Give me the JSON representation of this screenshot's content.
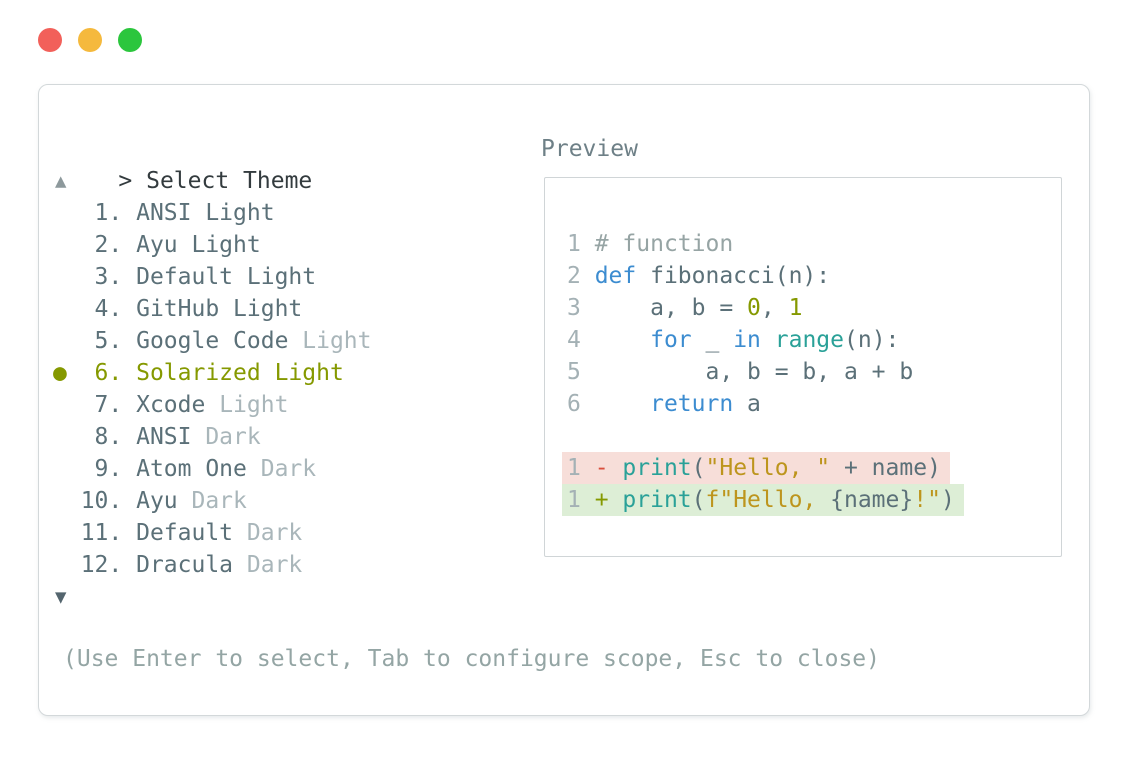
{
  "window": {
    "traffic_lights": [
      {
        "name": "close",
        "color": "#f2605a"
      },
      {
        "name": "minimize",
        "color": "#f5b93d"
      },
      {
        "name": "zoom",
        "color": "#2bc63d"
      }
    ]
  },
  "header": {
    "prompt": ">",
    "title": "Select Theme",
    "preview_label": "Preview"
  },
  "list": {
    "scroll_up": "▲",
    "scroll_down": "▼",
    "selected_marker": "●",
    "items": [
      {
        "number": "1",
        "name": "ANSI",
        "variant": "Light",
        "variant_dim": false,
        "selected": false
      },
      {
        "number": "2",
        "name": "Ayu",
        "variant": "Light",
        "variant_dim": false,
        "selected": false
      },
      {
        "number": "3",
        "name": "Default",
        "variant": "Light",
        "variant_dim": false,
        "selected": false
      },
      {
        "number": "4",
        "name": "GitHub",
        "variant": "Light",
        "variant_dim": false,
        "selected": false
      },
      {
        "number": "5",
        "name": "Google Code",
        "variant": "Light",
        "variant_dim": true,
        "selected": false
      },
      {
        "number": "6",
        "name": "Solarized",
        "variant": "Light",
        "variant_dim": false,
        "selected": true
      },
      {
        "number": "7",
        "name": "Xcode",
        "variant": "Light",
        "variant_dim": true,
        "selected": false
      },
      {
        "number": "8",
        "name": "ANSI",
        "variant": "Dark",
        "variant_dim": true,
        "selected": false
      },
      {
        "number": "9",
        "name": "Atom One",
        "variant": "Dark",
        "variant_dim": true,
        "selected": false
      },
      {
        "number": "10",
        "name": "Ayu",
        "variant": "Dark",
        "variant_dim": true,
        "selected": false
      },
      {
        "number": "11",
        "name": "Default",
        "variant": "Dark",
        "variant_dim": true,
        "selected": false
      },
      {
        "number": "12",
        "name": "Dracula",
        "variant": "Dark",
        "variant_dim": true,
        "selected": false
      }
    ]
  },
  "preview": {
    "code_lines": [
      {
        "num": "1",
        "tokens": [
          [
            "# function",
            "comment"
          ]
        ]
      },
      {
        "num": "2",
        "tokens": [
          [
            "def",
            "kw"
          ],
          [
            " fibonacci(n):",
            "plain"
          ]
        ]
      },
      {
        "num": "3",
        "tokens": [
          [
            "    a, b = ",
            "plain"
          ],
          [
            "0",
            "num"
          ],
          [
            ", ",
            "plain"
          ],
          [
            "1",
            "num"
          ]
        ]
      },
      {
        "num": "4",
        "tokens": [
          [
            "    ",
            "plain"
          ],
          [
            "for",
            "kw"
          ],
          [
            " _ ",
            "plain"
          ],
          [
            "in",
            "kw"
          ],
          [
            " ",
            "plain"
          ],
          [
            "range",
            "fn"
          ],
          [
            "(n):",
            "plain"
          ]
        ]
      },
      {
        "num": "5",
        "tokens": [
          [
            "        a, b = b, a + b",
            "plain"
          ]
        ]
      },
      {
        "num": "6",
        "tokens": [
          [
            "    ",
            "plain"
          ],
          [
            "return",
            "kw"
          ],
          [
            " a",
            "plain"
          ]
        ]
      }
    ],
    "diff_lines": [
      {
        "num": "1",
        "sign": "-",
        "type": "removed",
        "tokens": [
          [
            "print",
            "fn"
          ],
          [
            "(",
            "plain"
          ],
          [
            "\"Hello, \"",
            "str"
          ],
          [
            " + name)",
            "plain"
          ]
        ]
      },
      {
        "num": "1",
        "sign": "+",
        "type": "added",
        "tokens": [
          [
            "print",
            "fn"
          ],
          [
            "(",
            "plain"
          ],
          [
            "f\"Hello, ",
            "str"
          ],
          [
            "{name}",
            "plain"
          ],
          [
            "!\"",
            "str"
          ],
          [
            ")",
            "plain"
          ]
        ]
      }
    ]
  },
  "footer": {
    "hint": "(Use Enter to select, Tab to configure scope, Esc to close)"
  },
  "colors": {
    "selected_accent": "#859900",
    "list_text": "#5b7078",
    "list_dim": "#a9b6ba",
    "title_text": "#333b3e",
    "preview_label": "#6e8087",
    "footer_text": "#94a5a4",
    "keyword": "#3c8cd0",
    "function": "#2aa198",
    "string": "#bd951d",
    "number": "#859900",
    "comment": "#96a4a4",
    "code_plain": "#5b7078",
    "line_number": "#a4b1b5",
    "diff_minus": "#d94f3d",
    "diff_plus": "#859900",
    "diff_removed_bg": "#f7ded9",
    "diff_added_bg": "#ddeed6",
    "panel_border": "#d3d8da"
  }
}
